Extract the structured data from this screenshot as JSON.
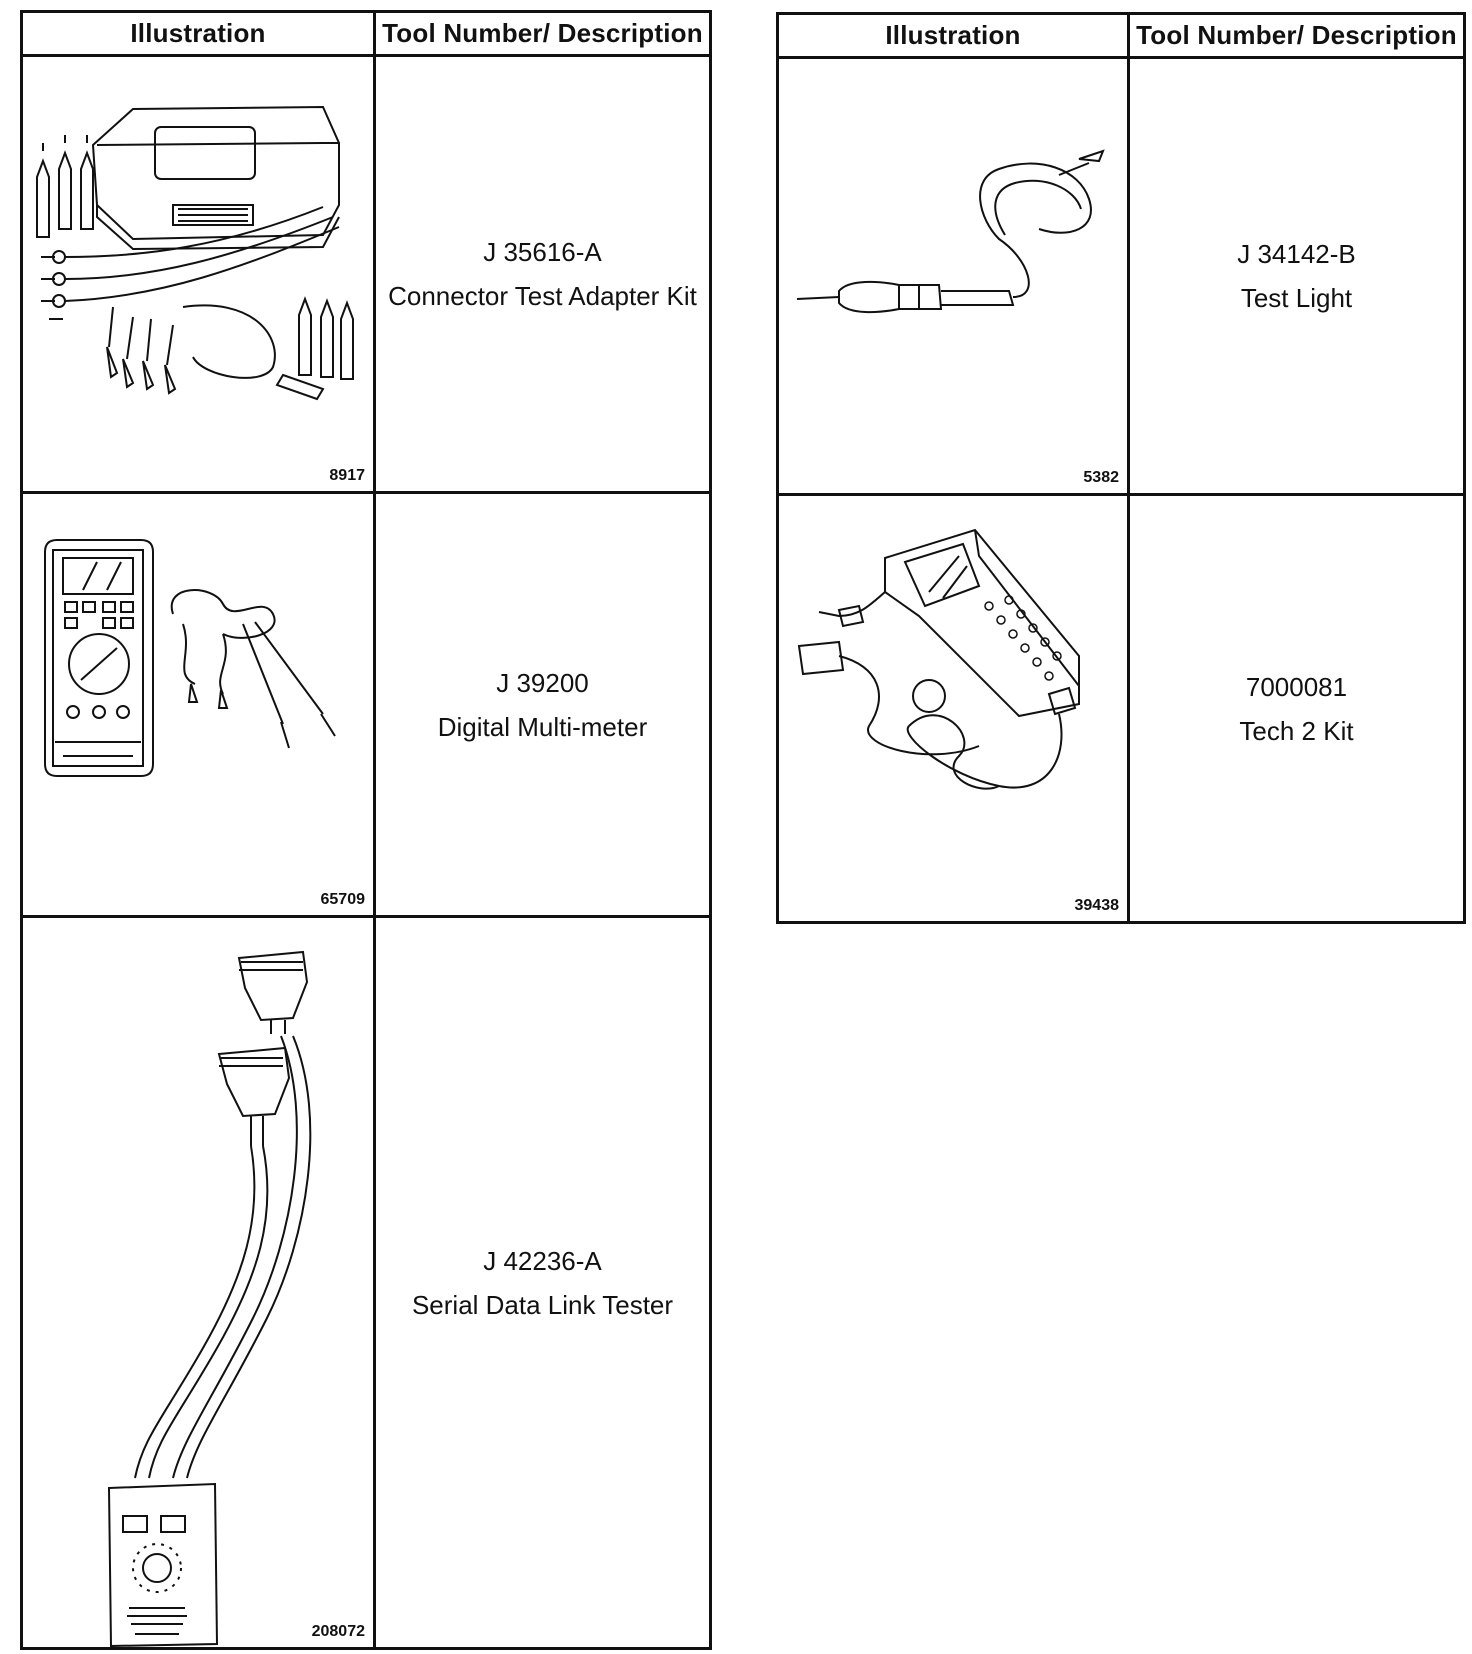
{
  "headers": {
    "illustration": "Illustration",
    "tool": "Tool Number/ Description"
  },
  "left_table": [
    {
      "fig": "8917",
      "number": "J 35616-A",
      "description": "Connector Test Adapter Kit",
      "icon": "connector-test-adapter-kit-icon"
    },
    {
      "fig": "65709",
      "number": "J 39200",
      "description": "Digital Multi-meter",
      "icon": "digital-multimeter-icon"
    },
    {
      "fig": "208072",
      "number": "J 42236-A",
      "description": "Serial Data Link Tester",
      "icon": "serial-data-link-tester-icon"
    }
  ],
  "right_table": [
    {
      "fig": "5382",
      "number": "J 34142-B",
      "description": "Test Light",
      "icon": "test-light-icon"
    },
    {
      "fig": "39438",
      "number": "7000081",
      "description": "Tech 2 Kit",
      "icon": "tech-2-kit-icon"
    }
  ]
}
